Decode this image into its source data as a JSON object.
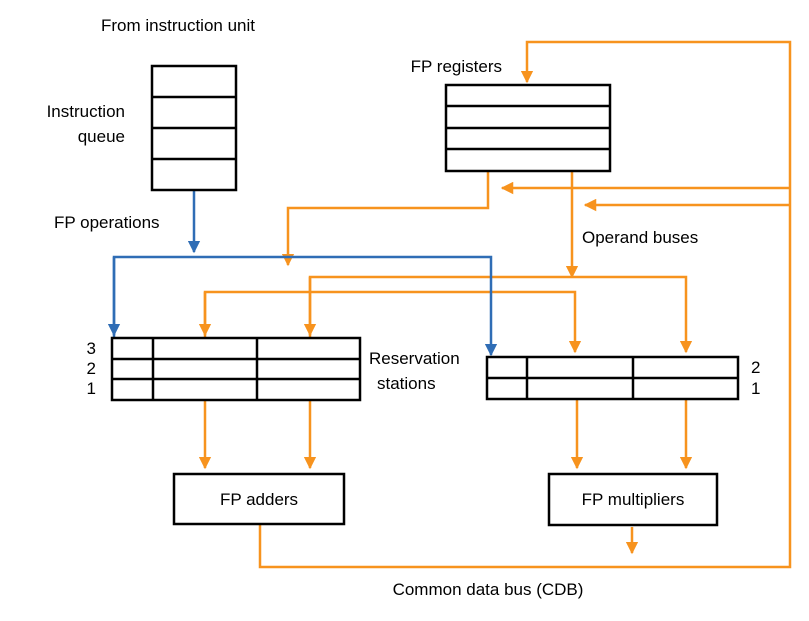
{
  "labels": {
    "from_instruction_unit": "From instruction unit",
    "instruction_queue_line1": "Instruction",
    "instruction_queue_line2": "queue",
    "fp_registers": "FP registers",
    "fp_operations": "FP operations",
    "operand_buses": "Operand buses",
    "reservation_stations_line1": "Reservation",
    "reservation_stations_line2": "stations",
    "fp_adders": "FP adders",
    "fp_multipliers": "FP multipliers",
    "common_data_bus": "Common data bus (CDB)"
  },
  "adder_station_numbers": [
    "3",
    "2",
    "1"
  ],
  "multiplier_station_numbers": [
    "2",
    "1"
  ],
  "colors": {
    "operand_bus": "#f7931e",
    "operation_bus": "#2f6db5",
    "outline": "#000000"
  }
}
